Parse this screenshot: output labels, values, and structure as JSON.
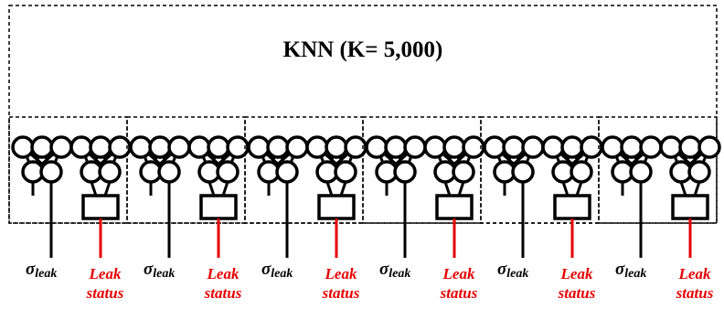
{
  "title": "KNN (K= 5,000)",
  "sigma_label": {
    "main": "σ",
    "sub": "leak"
  },
  "leak_label": {
    "line1": "Leak",
    "line2": "status"
  },
  "group_count": 6,
  "colors": {
    "line": "#000000",
    "leak": "#e60000",
    "background": "#ffffff"
  }
}
